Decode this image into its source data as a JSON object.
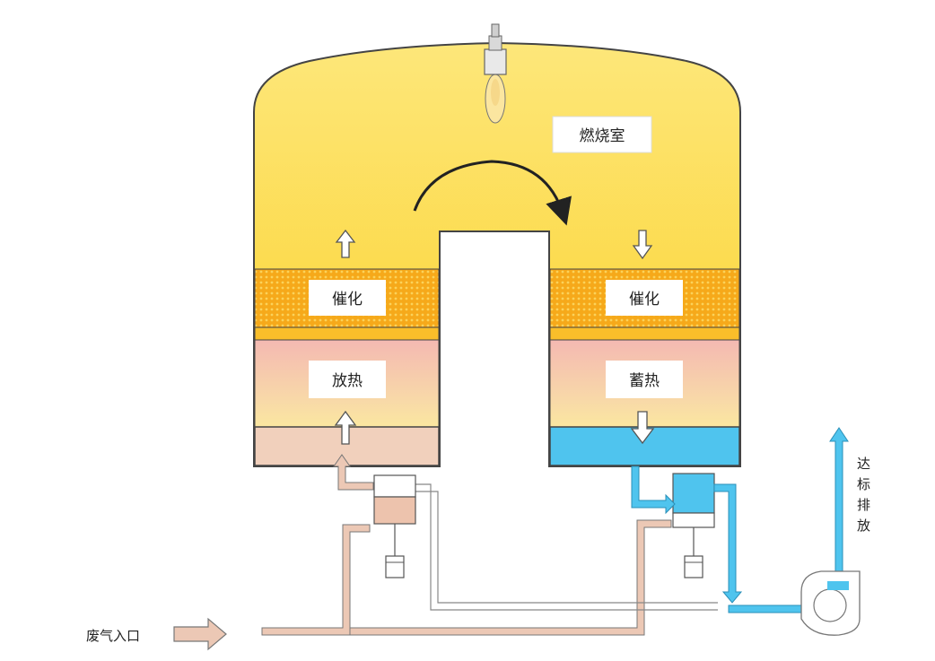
{
  "labels": {
    "combustion_chamber": "燃烧室",
    "catalysis_left": "催化",
    "catalysis_right": "催化",
    "heat_release": "放热",
    "heat_storage": "蓄热",
    "exhaust_inlet": "废气入口",
    "compliant_discharge_chars": [
      "达",
      "标",
      "排",
      "放"
    ]
  },
  "colors": {
    "chamber": "#fcd733",
    "chamber_top": "#fde766",
    "catalyst": "#f7b21a",
    "heat_pink": "#f6c2b2",
    "inlet_duct": "#ecc8b5",
    "clean_duct": "#5bc6ea",
    "outline": "#333333"
  },
  "icons": [
    "spark-igniter-icon",
    "flow-curve-arrow-icon",
    "up-arrow-icon",
    "down-arrow-icon",
    "fan-icon",
    "valve-icon"
  ]
}
